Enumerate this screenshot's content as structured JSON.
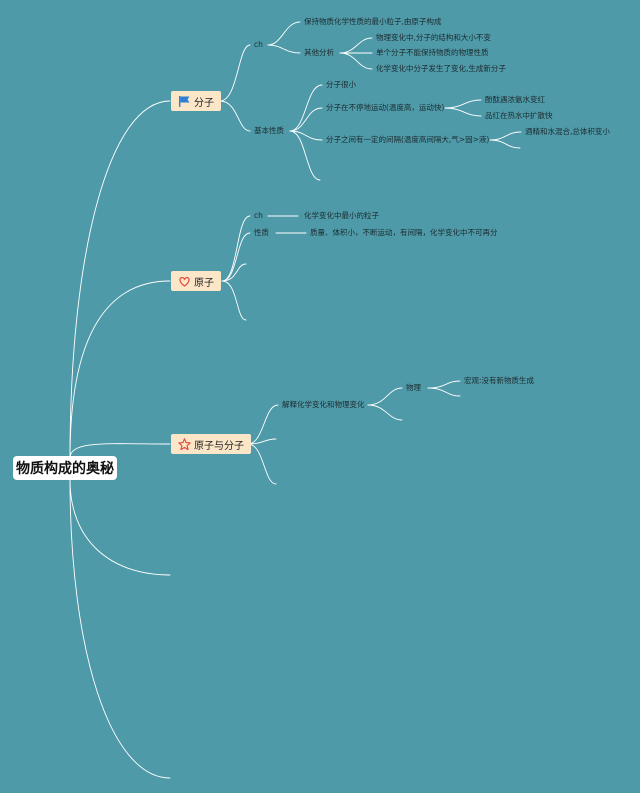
{
  "root": {
    "label": "物质构成的奥秘"
  },
  "topics": {
    "molecule": {
      "label": "分子",
      "icon": "flag-icon",
      "ch": "ch",
      "ch_text": "保持物质化学性质的最小粒子,由原子构成",
      "other": "其他分析",
      "other_items": [
        "物理变化中,分子的结构和大小不变",
        "单个分子不能保持物质的物理性质",
        "化学变化中分子发生了变化,生成新分子"
      ],
      "basic": "基本性质",
      "basic_items": [
        "分子很小",
        "分子在不停地运动(温度高，运动快)",
        "分子之间有一定的间隔(温度高间隔大,气>固>液)"
      ],
      "motion_examples": [
        "酚酞遇浓氨水变红",
        "品红在热水中扩散快"
      ],
      "gap_example": "酒精和水混合,总体积变小"
    },
    "atom": {
      "label": "原子",
      "icon": "heart-icon",
      "ch": "ch",
      "ch_text": "化学变化中最小的粒子",
      "nature": "性质",
      "nature_text": "质量、体积小，不断运动，有间隔，化学变化中不可再分"
    },
    "atom_molecule": {
      "label": "原子与分子",
      "icon": "star-icon",
      "explain": "解释化学变化和物理变化",
      "physical": "物理",
      "macro": "宏观:没有新物质生成"
    }
  },
  "colors": {
    "background": "#4f9aa8",
    "line": "#ffffff",
    "topic_fill": "#fbe6c8",
    "flag": "#2f7fd6",
    "heart": "#e2483c",
    "star": "#e2483c"
  }
}
